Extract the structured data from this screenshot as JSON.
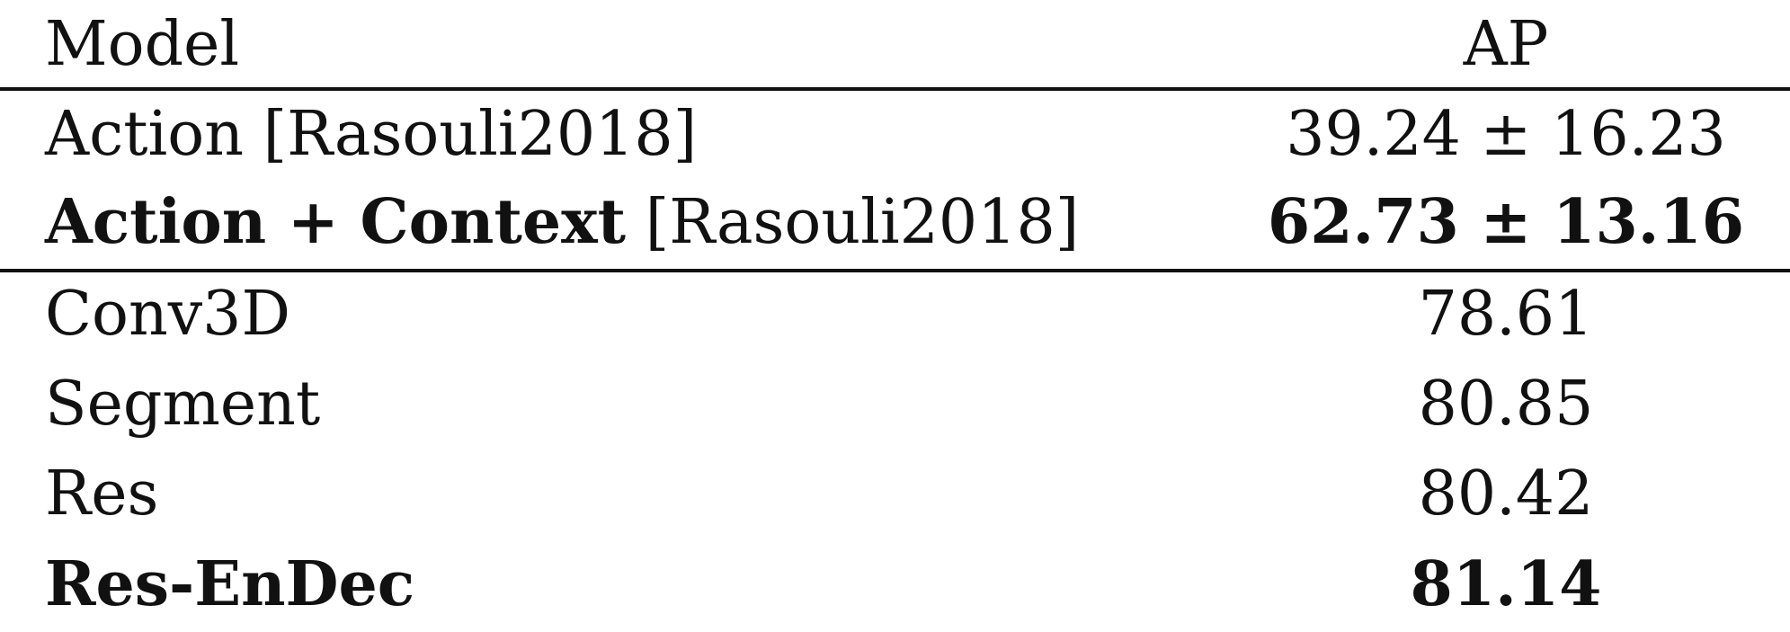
{
  "table": {
    "headers": {
      "model": "Model",
      "ap": "AP"
    },
    "rows": [
      {
        "model": "Action",
        "citation": "[Rasouli2018]",
        "ap": "39.24 ± 16.23",
        "bold": false
      },
      {
        "model": "Action + Context",
        "citation": "[Rasouli2018]",
        "ap": "62.73 ± 13.16",
        "bold": true
      },
      {
        "model": "Conv3D",
        "citation": "",
        "ap": "78.61",
        "bold": false
      },
      {
        "model": "Segment",
        "citation": "",
        "ap": "80.85",
        "bold": false
      },
      {
        "model": "Res",
        "citation": "",
        "ap": "80.42",
        "bold": false
      },
      {
        "model": "Res-EnDec",
        "citation": "",
        "ap": "81.14",
        "bold": true
      }
    ]
  }
}
